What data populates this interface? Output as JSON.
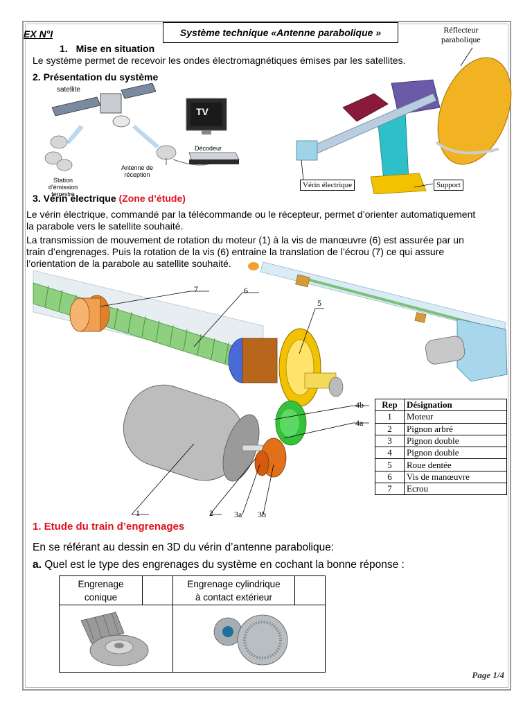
{
  "header": {
    "ex_label": "EX N°I",
    "title": "Système technique «Antenne parabolique »"
  },
  "section1": {
    "number": "1.",
    "title": "Mise en situation",
    "text": "Le système permet de recevoir les ondes électromagnétiques émises par les satellites."
  },
  "section2": {
    "title": "2. Présentation du système",
    "labels": {
      "satellite": "satellite",
      "tv": "TV",
      "decodeur": "Décodeur",
      "antenne_line1": "Antenne de",
      "antenne_line2": "réception",
      "station_line1": "Station d'émission",
      "station_line2": "terrestre",
      "reflecteur_line1": "Réflecteur",
      "reflecteur_line2": "parabolique",
      "verin": "Vérin électrique",
      "support": "Support"
    }
  },
  "section3": {
    "title": "3. Vérin électrique",
    "zone": "(Zone d’étude)",
    "para1_line1": "Le vérin électrique, commandé par la télécommande ou le récepteur, permet d’orienter automatiquement",
    "para1_line2": "la parabole vers le satellite souhaité.",
    "para2_line1": "La transmission de mouvement de rotation du moteur (1) à la vis de manœuvre (6) est assurée par un",
    "para2_line2": "train d’engrenages. Puis la rotation de la vis (6) entraine la translation de l’écrou (7) ce qui assure",
    "para2_line3": "l’orientation de la parabole au satellite souhaité."
  },
  "callouts": [
    "7",
    "6",
    "5",
    "4b",
    "4a",
    "1",
    "2",
    "3a",
    "3b"
  ],
  "nomenclature": {
    "headers": [
      "Rep",
      "Désignation"
    ],
    "rows": [
      [
        "1",
        "Moteur"
      ],
      [
        "2",
        "Pignon arbré"
      ],
      [
        "3",
        "Pignon double"
      ],
      [
        "4",
        "Pignon double"
      ],
      [
        "5",
        "Roue dentée"
      ],
      [
        "6",
        "Vis de manœuvre"
      ],
      [
        "7",
        "Ecrou"
      ]
    ]
  },
  "part1": {
    "title": "1. Etude du train d’engrenages",
    "intro": "En se référant au dessin en 3D du vérin d’antenne parabolique:",
    "q_letter": "a.",
    "question": "Quel est le type des engrenages du système en cochant la bonne réponse :",
    "option1_line1": "Engrenage",
    "option1_line2": "conique",
    "option2_line1": "Engrenage cylindrique",
    "option2_line2": "à contact extérieur"
  },
  "footer": {
    "page": "Page 1/4"
  },
  "colors": {
    "accent_red": "#e0101a",
    "gear_yellow": "#f2c200",
    "gear_green": "#35c13a",
    "gear_orange": "#e0701a",
    "screw_green": "#8fd080"
  }
}
